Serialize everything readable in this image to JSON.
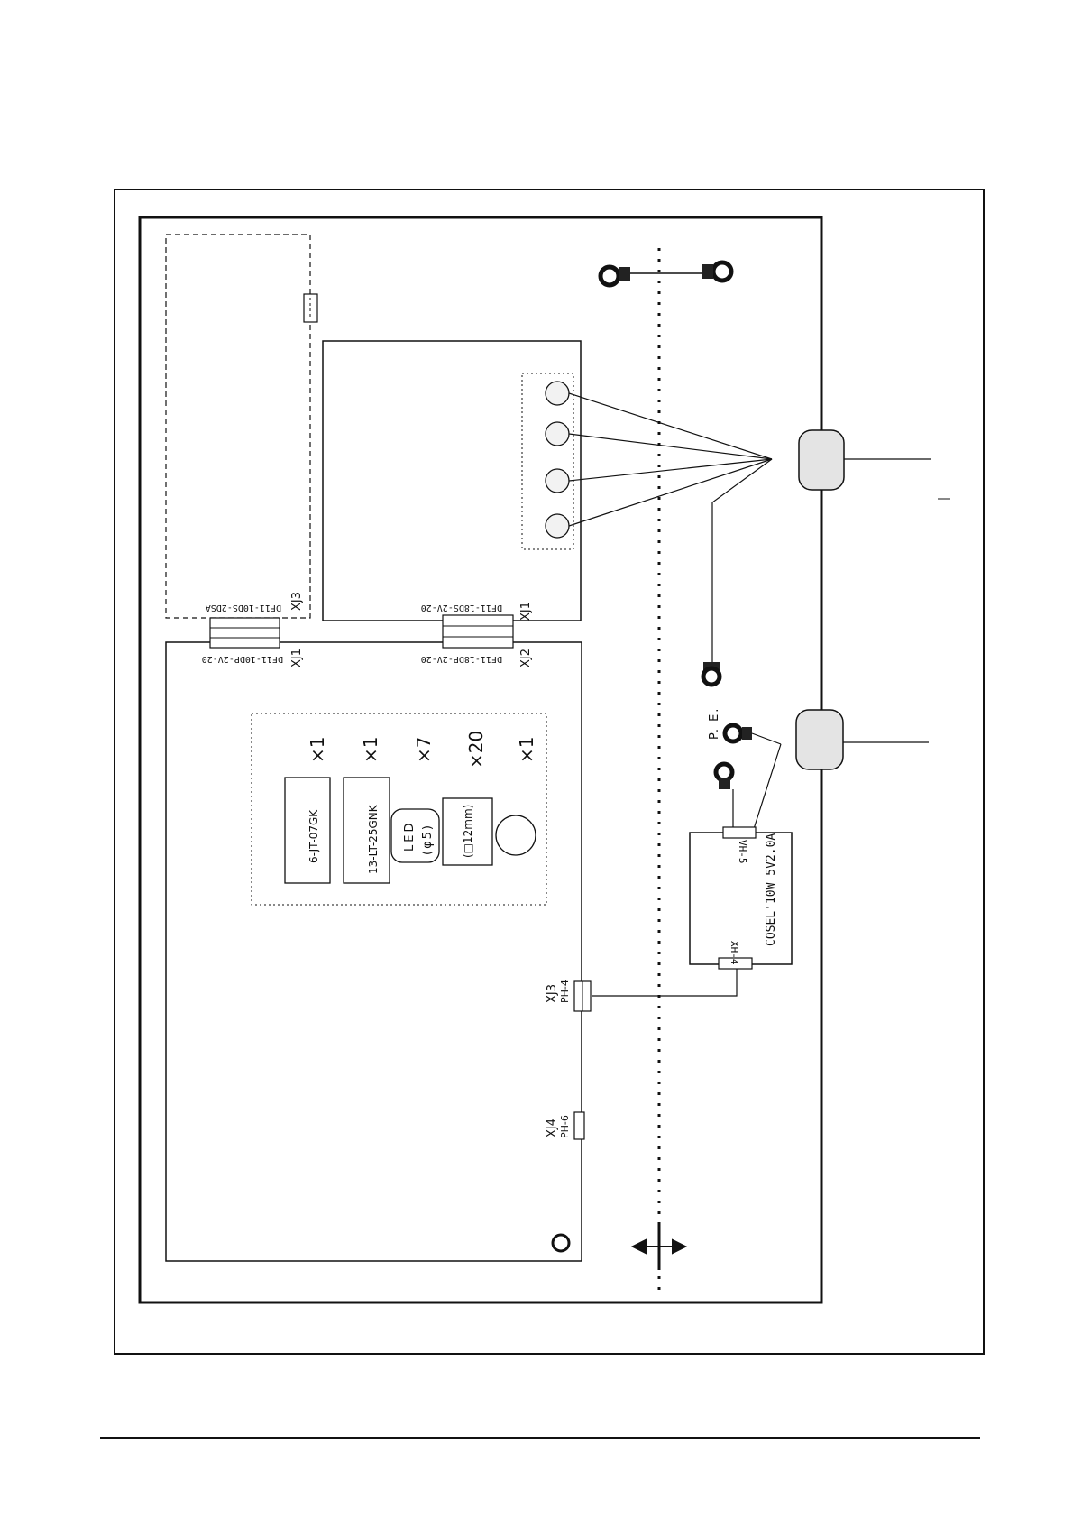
{
  "connectors": {
    "left_top_board_xj3": "XJ3",
    "left_top_board_xj3_part": "DF11-10DS-2DSA",
    "left_bottom_board_xj1": "XJ1",
    "left_bottom_board_xj1_part": "DF11-10DP-2V-20",
    "right_top_board_xj1": "XJ1",
    "right_top_board_xj1_part": "DF11-18DS-2V-20",
    "right_bottom_board_xj2": "XJ2",
    "right_bottom_board_xj2_part": "DF11-18DP-2V-20",
    "board_xj3": "XJ3",
    "board_xj3_part": "PH-4",
    "board_xj4": "XJ4",
    "board_xj4_part": "PH-6"
  },
  "parts_list": [
    {
      "name": "6-JT-07GK",
      "qty": "×1"
    },
    {
      "name": "13-LT-25GNK",
      "qty": "×1"
    },
    {
      "name": "LED",
      "sub": "(φ5)",
      "qty": "×7"
    },
    {
      "name": "(□12mm)",
      "qty": "×20"
    },
    {
      "name": "",
      "qty": "×1"
    }
  ],
  "power_supply": {
    "label": "COSEL'10W 5V2.0A",
    "input_connector": "VH-5",
    "output_connector": "XH-4"
  },
  "pe_label": "P. E."
}
